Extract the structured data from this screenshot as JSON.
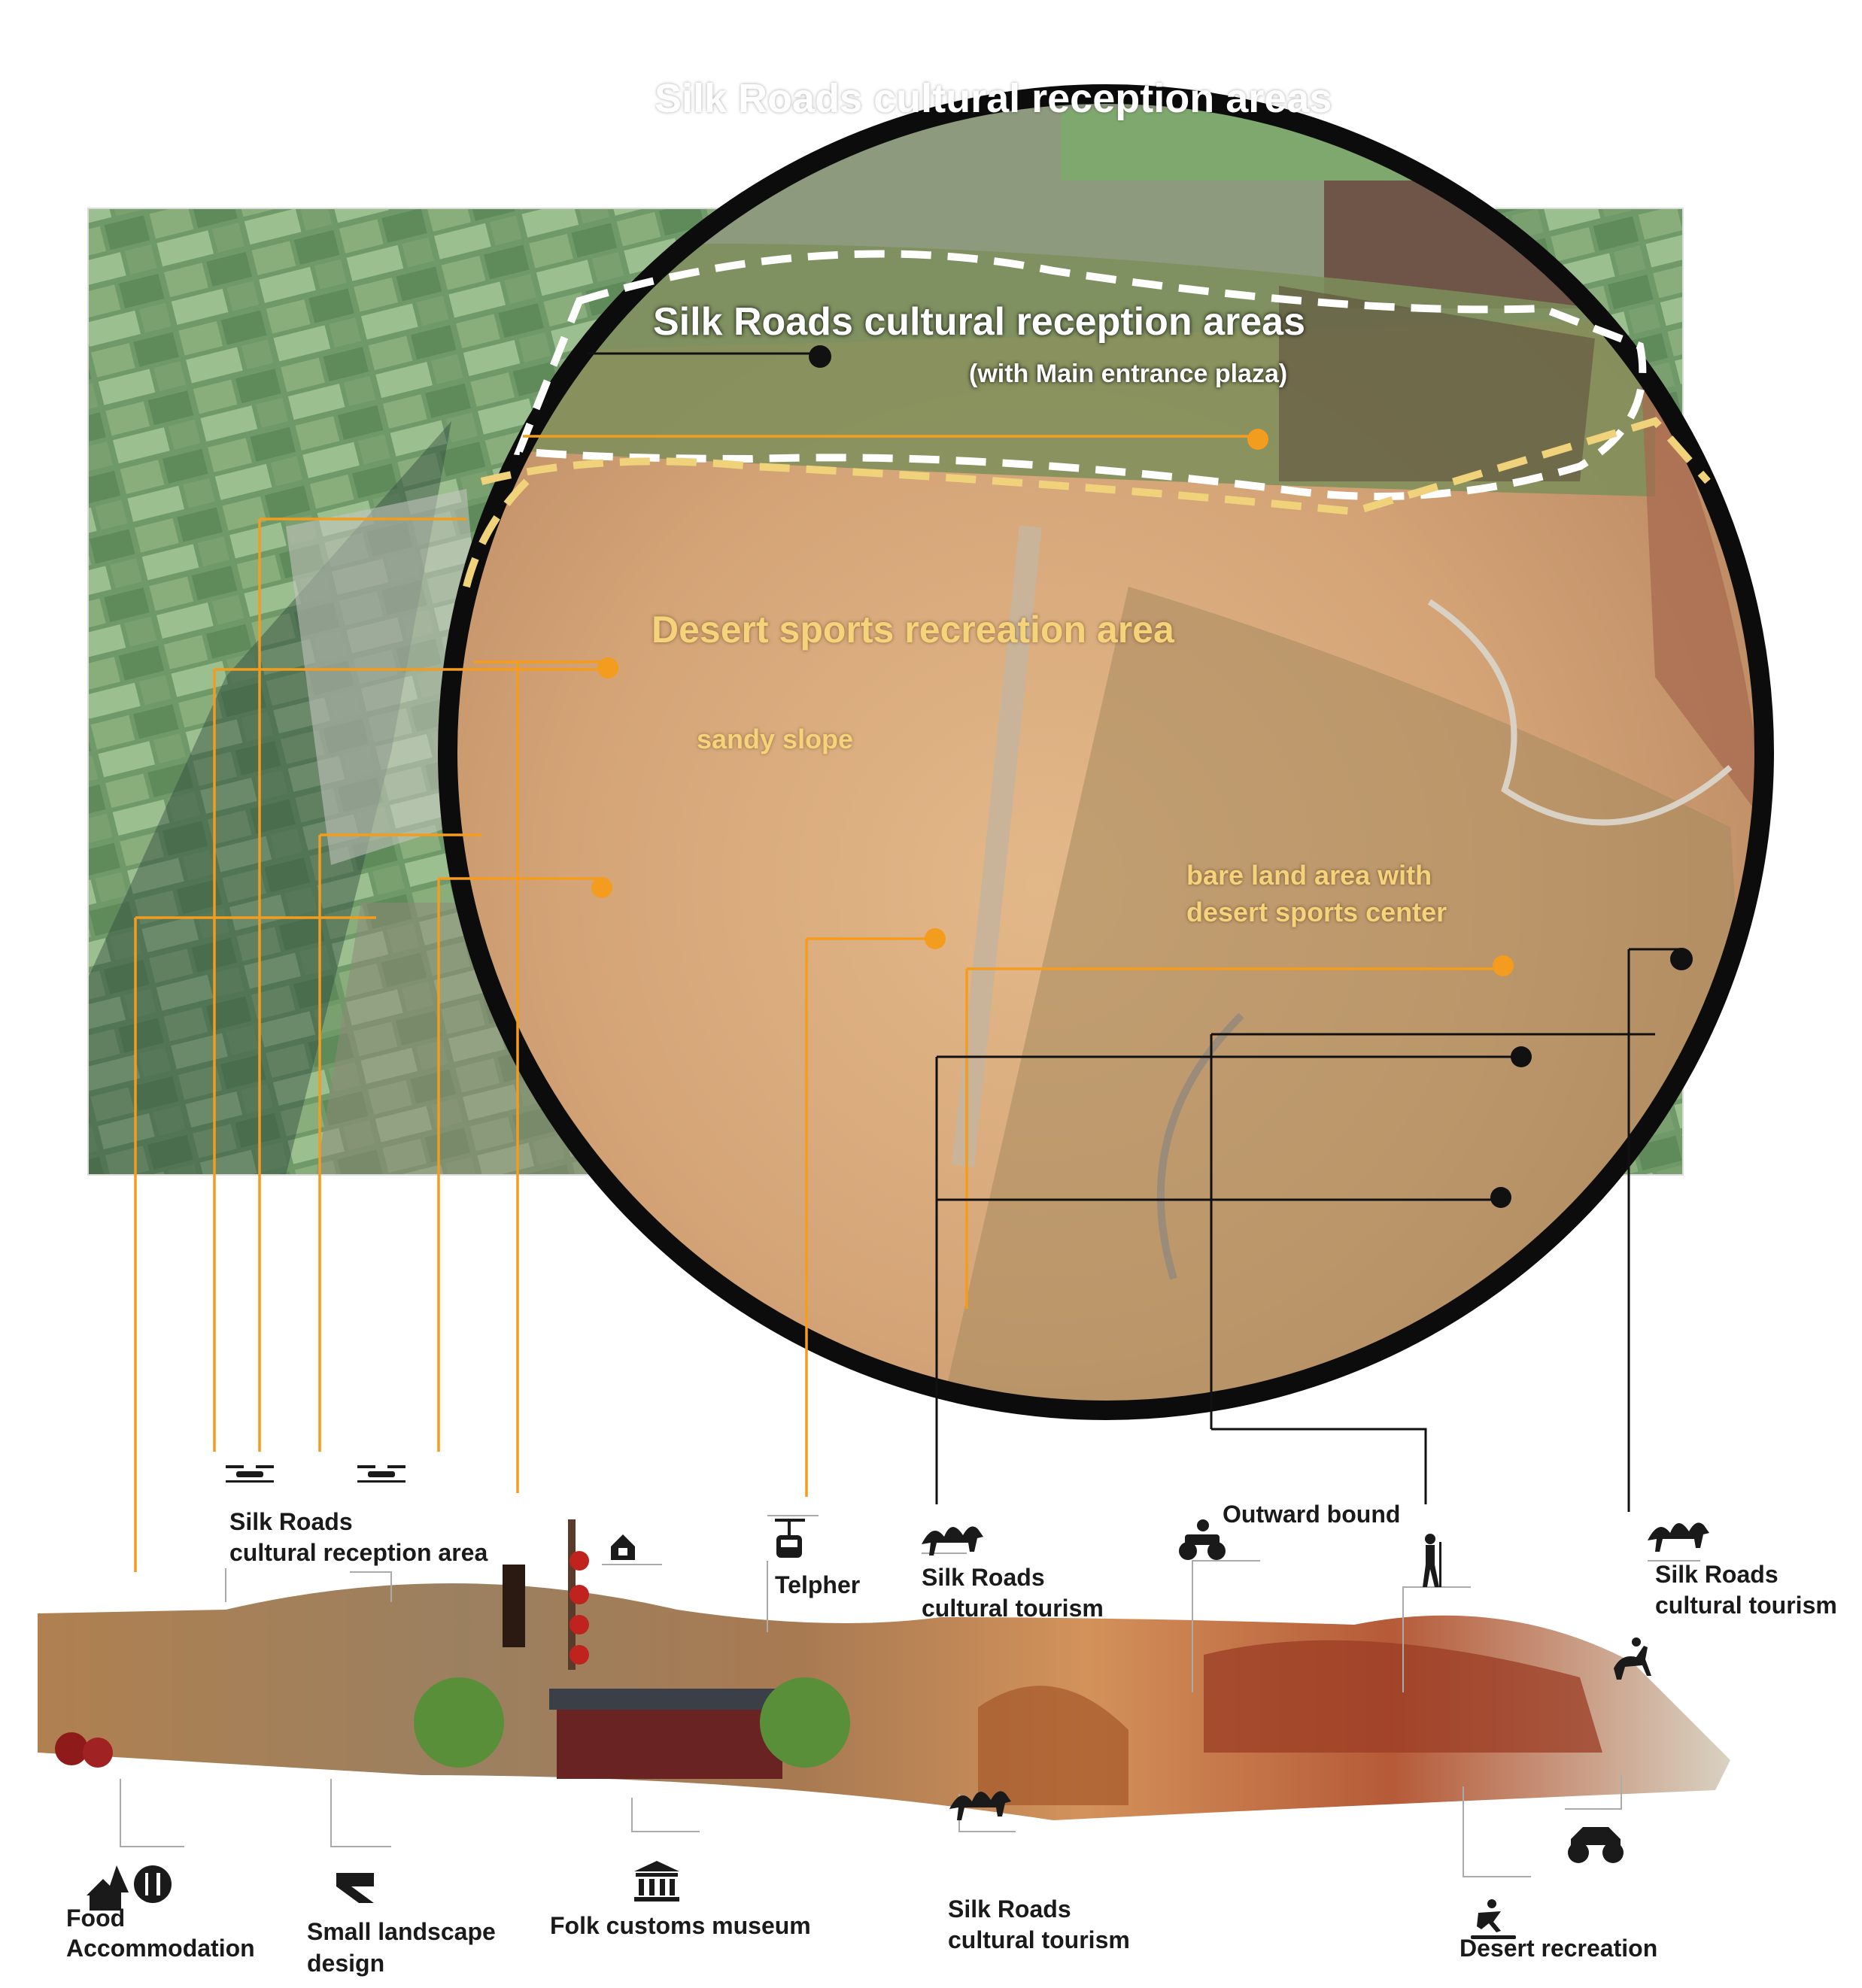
{
  "map": {
    "zone_header_ghost": "Silk Roads cultural reception areas",
    "zone_reception_title": "Silk Roads cultural reception areas",
    "zone_reception_sub": "(with Main entrance plaza)",
    "zone_desert_title": "Desert sports recreation area",
    "sandy_slope": "sandy slope",
    "bare_land_line1": "bare land area with",
    "bare_land_line2": "desert sports center"
  },
  "top_labels": {
    "silk_reception_line1": "Silk Roads",
    "silk_reception_line2": "cultural reception area",
    "telpher": "Telpher",
    "silk_tourism_1_line1": "Silk Roads",
    "silk_tourism_1_line2": "cultural tourism",
    "outward_bound": "Outward bound",
    "silk_tourism_2_line1": "Silk Roads",
    "silk_tourism_2_line2": "cultural tourism"
  },
  "bottom_labels": {
    "food": "Food",
    "accommodation": "Accommodation",
    "small_landscape_line1": "Small landscape",
    "small_landscape_line2": "design",
    "folk_museum": "Folk customs museum",
    "silk_tourism_3_line1": "Silk Roads",
    "silk_tourism_3_line2": "cultural tourism",
    "desert_recreation": "Desert recreation"
  },
  "colors": {
    "leader_orange": "#f39c1e",
    "leader_black": "#111111",
    "map_label_yellow": "#f5d37a",
    "reception_outline": "#ffffff",
    "desert_outline": "#f0d27a",
    "circle_ring": "#0c0c0c"
  },
  "icons": [
    "tree-house-icon",
    "fork-knife-icon",
    "landscape-sign-icon",
    "museum-icon",
    "camel-icon",
    "cable-car-icon",
    "atv-icon",
    "hiker-icon",
    "sandboard-icon",
    "buggy-icon",
    "horse-rider-icon",
    "drone-icon",
    "house-sign-icon"
  ]
}
